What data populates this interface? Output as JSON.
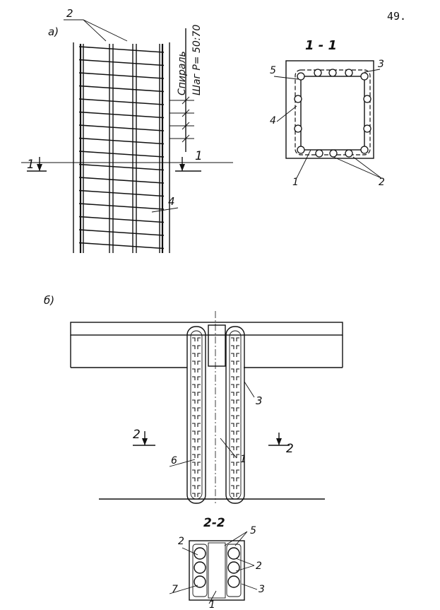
{
  "page_number": "49.",
  "part_a": {
    "label": "а)",
    "callout_top": "2",
    "spiral_label": "Спираль",
    "pitch_label": "Шаг Р= 50:70",
    "cut_left": "1",
    "cut_right": "1",
    "callout_4": "4"
  },
  "section_1_1": {
    "title": "1 - 1",
    "callouts": {
      "c5": "5",
      "c3": "3",
      "c4": "4",
      "c1": "1",
      "c2": "2"
    }
  },
  "part_b": {
    "label": "б)",
    "callout_3": "3",
    "cut_left": "2",
    "cut_right": "2",
    "callout_6": "6",
    "callout_1": "1"
  },
  "section_2_2": {
    "title": "2-2",
    "callouts": {
      "c2a": "2",
      "c5": "5",
      "c2b": "2",
      "c7": "7",
      "c3": "3",
      "c1": "1"
    }
  }
}
